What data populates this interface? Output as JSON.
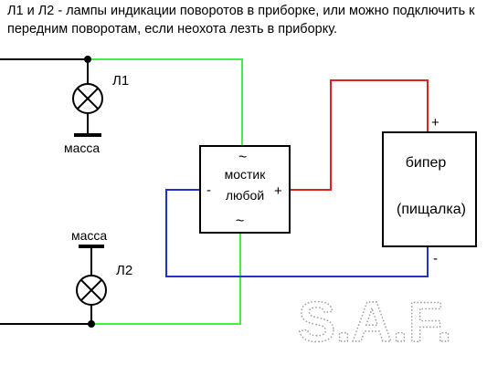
{
  "caption": "Л1 и Л2 - лампы индикации поворотов в приборке, или можно подключить к передним поворотам, если неохота лезть в приборку.",
  "lamp1": {
    "label": "Л1",
    "ground_label": "масса"
  },
  "lamp2": {
    "label": "Л2",
    "ground_label": "масса"
  },
  "bridge": {
    "line1": "мостик",
    "line2": "любой",
    "ac_top": "~",
    "ac_bottom": "~",
    "minus": "-",
    "plus": "+"
  },
  "beeper": {
    "line1": "бипер",
    "line2": "(пищалка)",
    "plus": "+",
    "minus": "-"
  },
  "watermark": "S.A.F.",
  "colors": {
    "wire_green": "#44ee44",
    "wire_red": "#dd2222",
    "wire_blue": "#2233cc",
    "wire_black": "#000000"
  }
}
